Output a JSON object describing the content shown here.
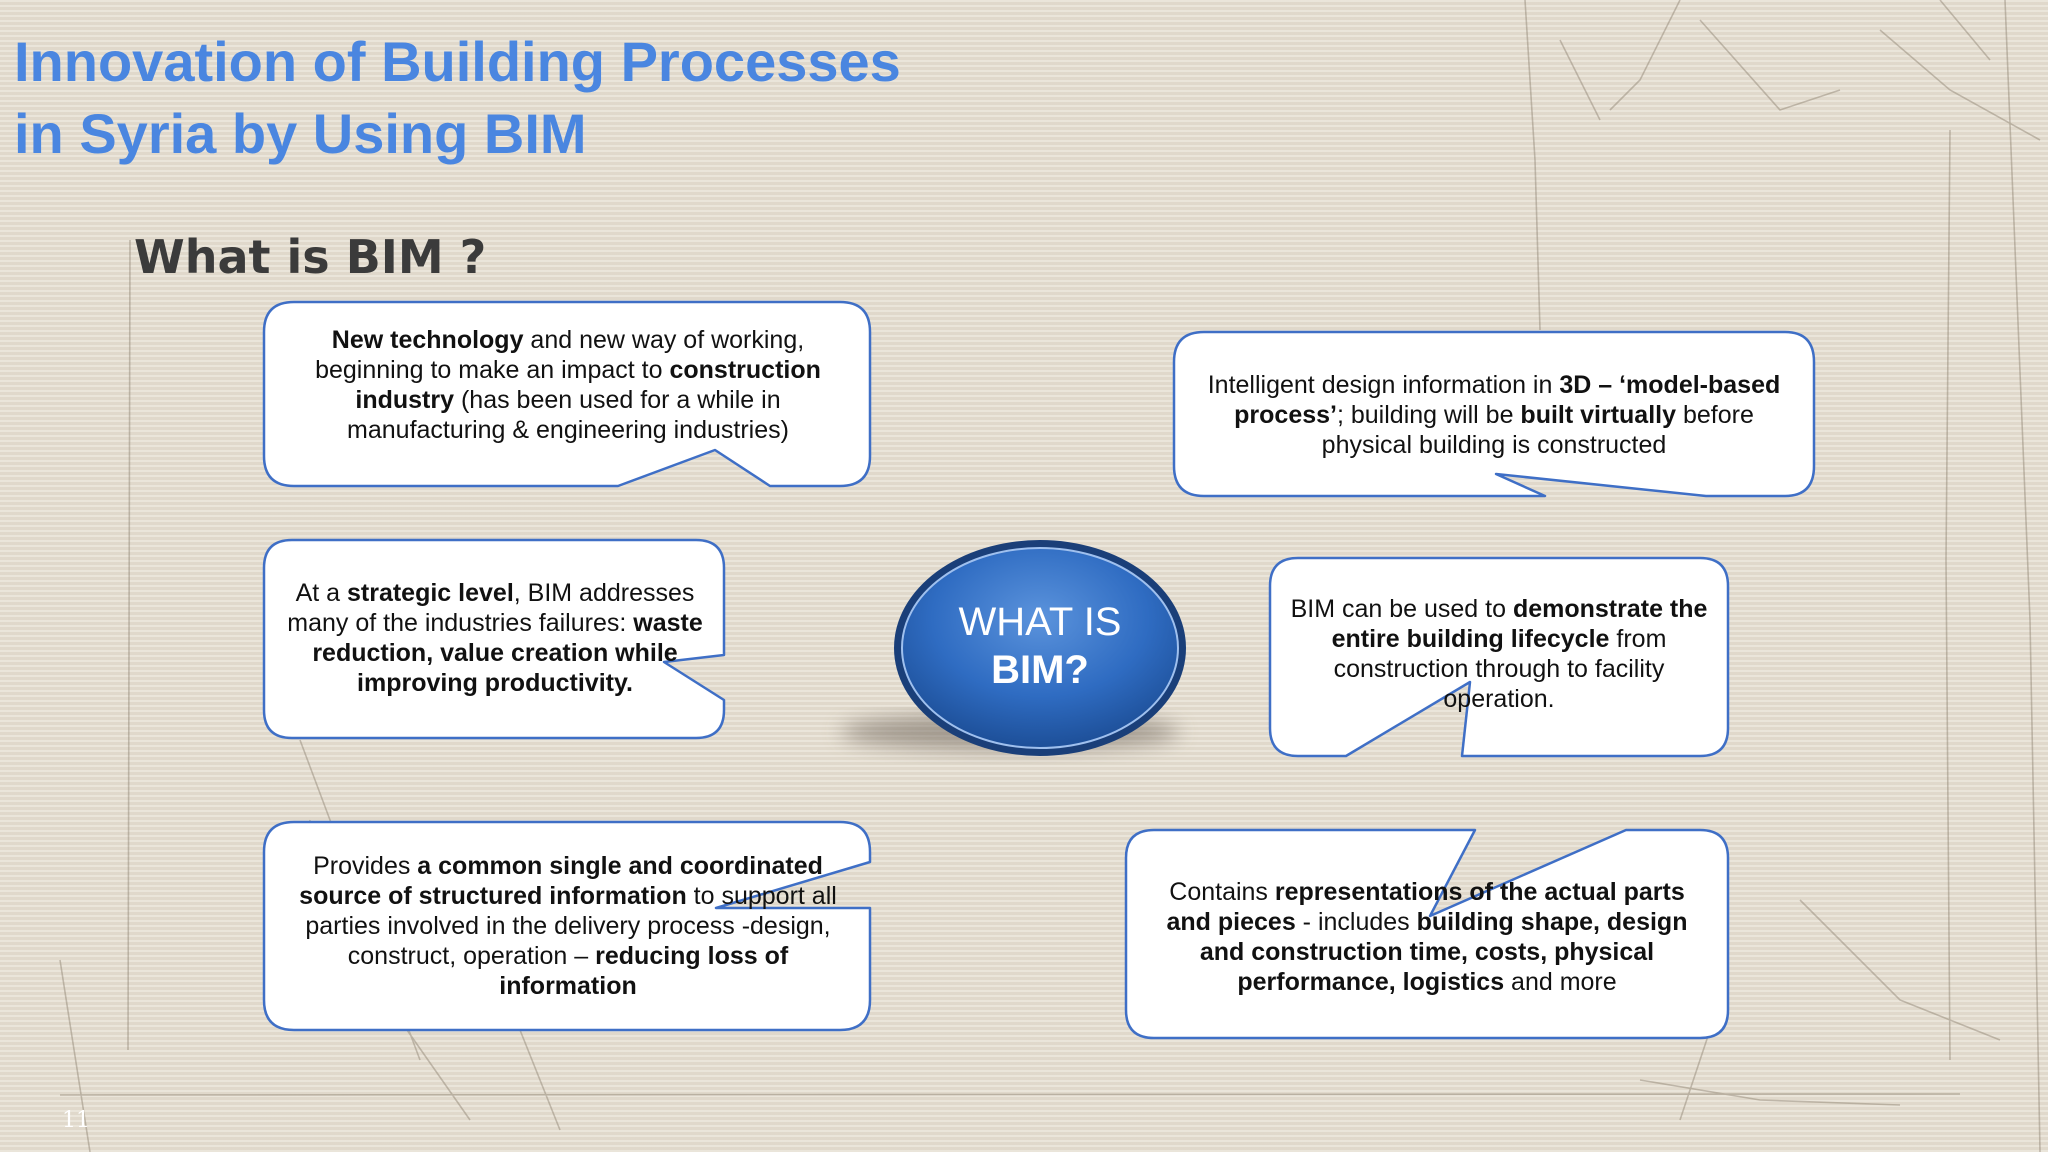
{
  "slide": {
    "title_line1": "Innovation of Building Processes",
    "title_line2": "in Syria by Using BIM",
    "subtitle": "What is BIM ?",
    "page_number": "11"
  },
  "center": {
    "line1": "WHAT IS",
    "line2": "BIM?"
  },
  "callouts": {
    "c1": {
      "s1": "New technology",
      "s2": " and new way of working, beginning to make an impact to ",
      "s3": "construction industry",
      "s4": " (has been used for a while in manufacturing & engineering industries)"
    },
    "c2": {
      "s1": "Intelligent design information in ",
      "s2": "3D – ‘model-based process’",
      "s3": "; building will be ",
      "s4": "built virtually",
      "s5": " before physical building is constructed"
    },
    "c3": {
      "s1": "At a ",
      "s2": "strategic level",
      "s3": ", BIM addresses many of the industries failures: ",
      "s4": "waste reduction, value creation while improving productivity."
    },
    "c4": {
      "s1": "BIM can be used to ",
      "s2": "demonstrate the entire building lifecycle",
      "s3": " from construction through to facility operation."
    },
    "c5": {
      "s1": "Provides ",
      "s2": "a common single and coordinated source of structured information",
      "s3": " to support all parties involved in the delivery process -design, construct, operation – ",
      "s4": "reducing loss of information"
    },
    "c6": {
      "s1": "Contains ",
      "s2": "representations of the actual parts and pieces",
      "s3": " - includes ",
      "s4": "building shape, design and construction time, costs, physical performance, logistics",
      "s5": " and more"
    }
  },
  "colors": {
    "title": "#4a86e0",
    "callout_border": "#3f6fc6",
    "center_fill": "#2e6ec4",
    "background": "#e6dfd2"
  }
}
